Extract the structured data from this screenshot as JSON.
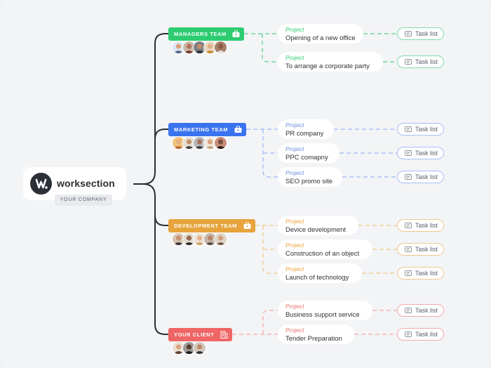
{
  "company": {
    "name": "worksection",
    "tag": "YOUR COMPANY",
    "logo_icon": "worksection-logo-icon"
  },
  "colors": {
    "green": "#2ecc71",
    "blue": "#3a73f0",
    "orange": "#e7a43c",
    "red": "#f06565"
  },
  "teams": [
    {
      "name": "MANAGERS TEAM",
      "icon": "briefcase-icon",
      "color": "#2ecc71",
      "members": [
        "#d9a07a",
        "#b07358",
        "#c48a6a",
        "#e0b08c",
        "#8a5a44"
      ],
      "projects": [
        {
          "label": "Project",
          "name": "Opening of a new office",
          "tasks": "Task list"
        },
        {
          "label": "Project",
          "name": "To arrange a corporate party",
          "tasks": "Task list"
        }
      ]
    },
    {
      "name": "MARKETING TEAM",
      "icon": "briefcase-icon",
      "color": "#3a73f0",
      "members": [
        "#e3b07e",
        "#c8906e",
        "#a87660",
        "#d6a383",
        "#7a4e3c"
      ],
      "projects": [
        {
          "label": "Project",
          "name": "PR company",
          "tasks": "Task list"
        },
        {
          "label": "Project",
          "name": "PPC comapny",
          "tasks": "Task list"
        },
        {
          "label": "Project",
          "name": "SEO promo site",
          "tasks": "Task list"
        }
      ]
    },
    {
      "name": "DEVELOPMENT TEAM",
      "icon": "briefcase-icon",
      "color": "#e7a43c",
      "members": [
        "#c99272",
        "#9c6a52",
        "#e2b48e",
        "#b98468",
        "#d3a080"
      ],
      "projects": [
        {
          "label": "Project",
          "name": "Device development",
          "tasks": "Task list"
        },
        {
          "label": "Project",
          "name": "Construction of an object",
          "tasks": "Task list"
        },
        {
          "label": "Project",
          "name": "Launch of technology",
          "tasks": "Task list"
        }
      ]
    },
    {
      "name": "YOUR CLIENT",
      "icon": "building-icon",
      "color": "#f06565",
      "members": [
        "#d8a27c",
        "#5b3a2e",
        "#c08a68"
      ],
      "projects": [
        {
          "label": "Project",
          "name": "Business support service",
          "tasks": "Task list"
        },
        {
          "label": "Project",
          "name": "Tender Preparation",
          "tasks": "Task list"
        }
      ]
    }
  ]
}
